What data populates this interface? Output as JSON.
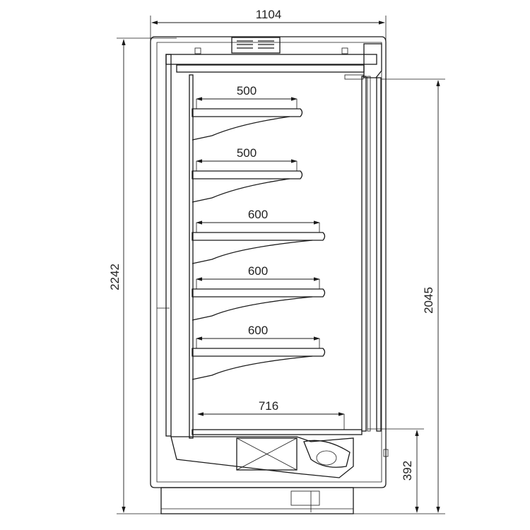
{
  "drawing": {
    "overall_width": "1104",
    "overall_height": "2242",
    "opening_height": "2045",
    "base_height": "392",
    "shelves": [
      {
        "depth": "500"
      },
      {
        "depth": "500"
      },
      {
        "depth": "600"
      },
      {
        "depth": "600"
      },
      {
        "depth": "600"
      }
    ],
    "bottom_deck_depth": "716"
  }
}
